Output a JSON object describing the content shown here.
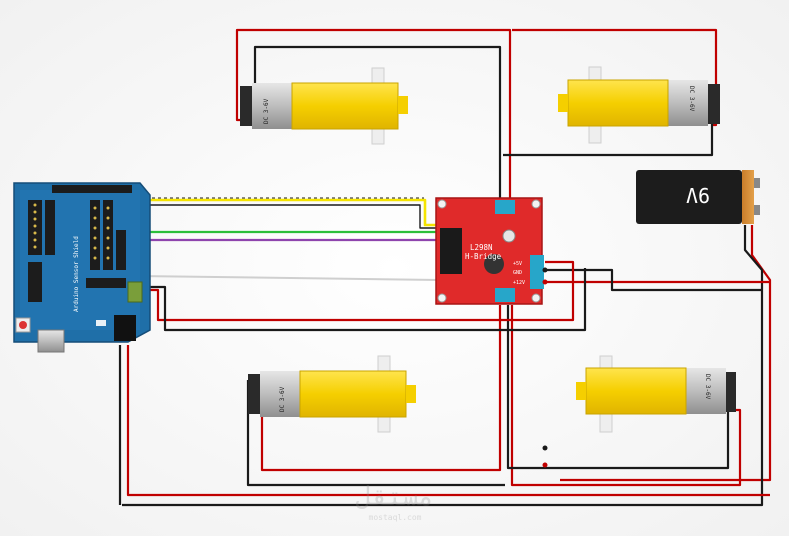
{
  "arduino": {
    "shield_label": "Arduino Sensor Shield"
  },
  "hbridge": {
    "line1": "L298N",
    "line2": "H-Bridge",
    "pin_5v": "+5V",
    "pin_gnd": "GND",
    "pin_12v": "+12V"
  },
  "battery": {
    "label": "9V"
  },
  "motors": {
    "label": "DC 3-6V"
  },
  "watermark": {
    "text": "مستقل",
    "sub": "mostaql.com"
  },
  "colors": {
    "wire_red": "#c00000",
    "wire_black": "#1a1a1a",
    "wire_green": "#2bbf3a",
    "wire_purple": "#8e44ad",
    "wire_yellow": "#f5e400",
    "board_blue": "#1f6fa8",
    "hbridge_red": "#e02a2a",
    "motor_yellow": "#f5d000"
  }
}
